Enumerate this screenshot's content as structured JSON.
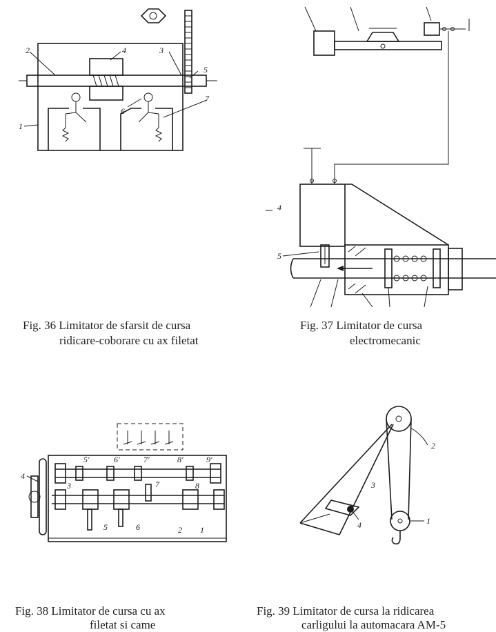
{
  "figures": [
    {
      "id": "fig36",
      "caption_line1": "Fig. 36  Limitator de sfarsit de cursa",
      "caption_line2": "ridicare-coborare cu ax filetat",
      "labels": [
        "1",
        "2",
        "3",
        "4",
        "5",
        "6",
        "7"
      ]
    },
    {
      "id": "fig37",
      "caption_line1": "Fig. 37  Limitator de cursa",
      "caption_line2": "electromecanic",
      "labels": [
        "4",
        "5"
      ]
    },
    {
      "id": "fig38",
      "caption_line1": "Fig. 38  Limitator de cursa cu ax",
      "caption_line2": "filetat si came",
      "labels": [
        "1",
        "2",
        "3",
        "4",
        "5",
        "6",
        "7",
        "8",
        "5'",
        "6'",
        "7'",
        "8'",
        "9'"
      ]
    },
    {
      "id": "fig39",
      "caption_line1": "Fig. 39  Limitator de cursa la ridicarea",
      "caption_line2": "carligului la automacara AM-5",
      "labels": [
        "1",
        "2",
        "3",
        "4"
      ]
    }
  ]
}
